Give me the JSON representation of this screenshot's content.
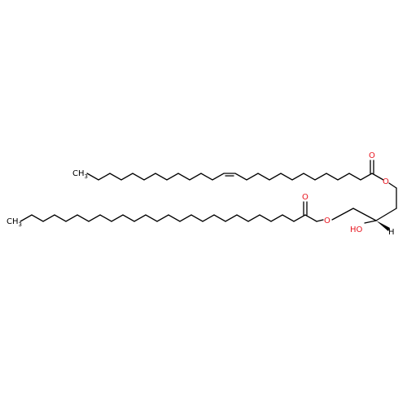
{
  "molecule": {
    "colors": {
      "bond": "#000000",
      "oxygen": "#e8141e",
      "background": "#ffffff"
    },
    "labels": {
      "ch3_top": "CH",
      "ch3_top_sub": "3",
      "ch3_bottom": "CH",
      "ch3_bottom_sub": "3",
      "o_carbonyl_top": "O",
      "o_ester_top": "O",
      "o_carbonyl_bottom": "O",
      "o_ester_bottom": "O",
      "hydroxyl": "HO",
      "hydrogen": "H"
    }
  }
}
